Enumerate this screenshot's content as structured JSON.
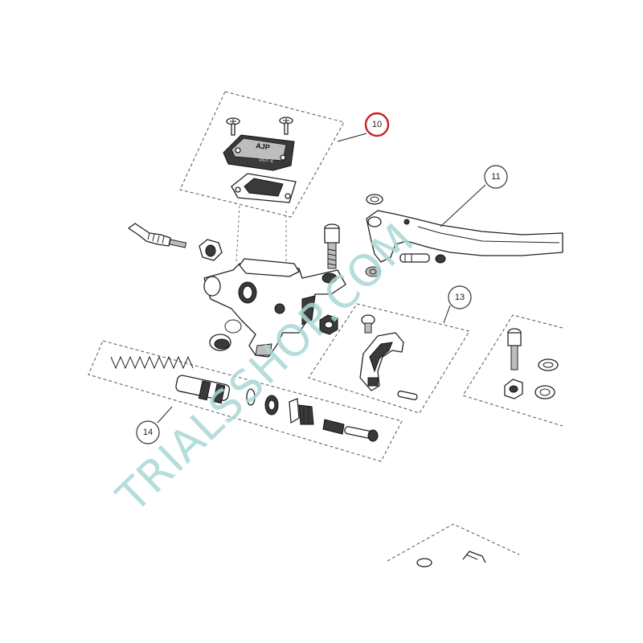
{
  "callouts": [
    {
      "id": "10",
      "label": "10",
      "highlight": true
    },
    {
      "id": "11",
      "label": "11",
      "highlight": false
    },
    {
      "id": "13",
      "label": "13",
      "highlight": false
    },
    {
      "id": "14",
      "label": "14",
      "highlight": false
    }
  ],
  "cap_text": {
    "brand": "AJP",
    "spec": "DOT 4"
  },
  "watermark": "TRIALSSHOP.COM",
  "colors": {
    "highlight_ring": "#cc2222",
    "watermark": "#a8d8d6",
    "outline": "#222222"
  }
}
